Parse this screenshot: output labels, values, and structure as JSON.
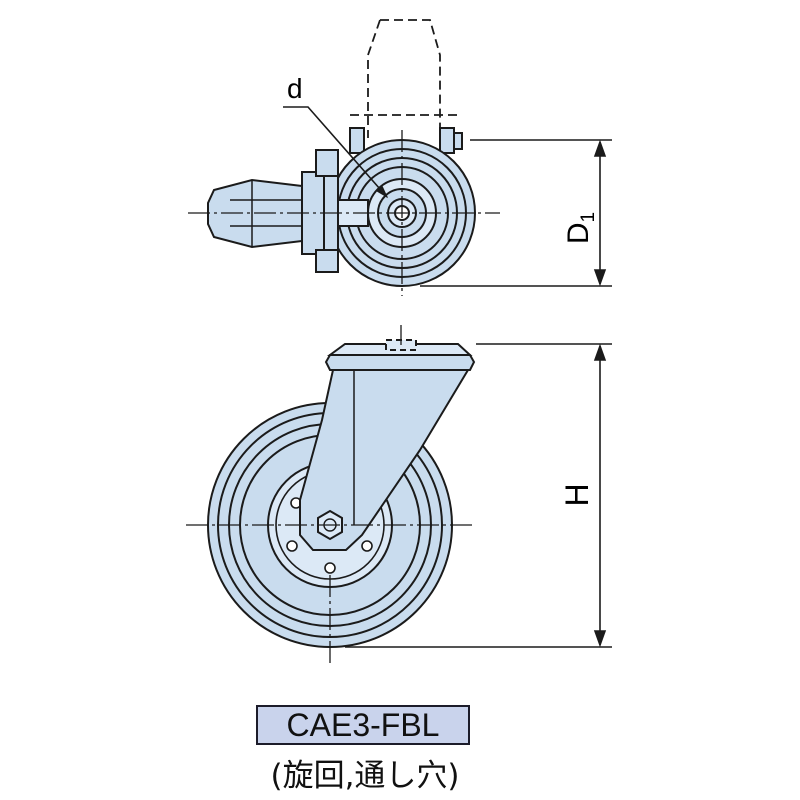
{
  "labels": {
    "d": "d",
    "d1_main": "D",
    "d1_sub": "1",
    "h": "H"
  },
  "model": "CAE3-FBL",
  "caption": "(旋回,通し穴)",
  "colors": {
    "fill": "#c9dcee",
    "fill_light": "#dce9f6",
    "stroke": "#1b1b1b",
    "label_bg": "#c9d3ec"
  }
}
